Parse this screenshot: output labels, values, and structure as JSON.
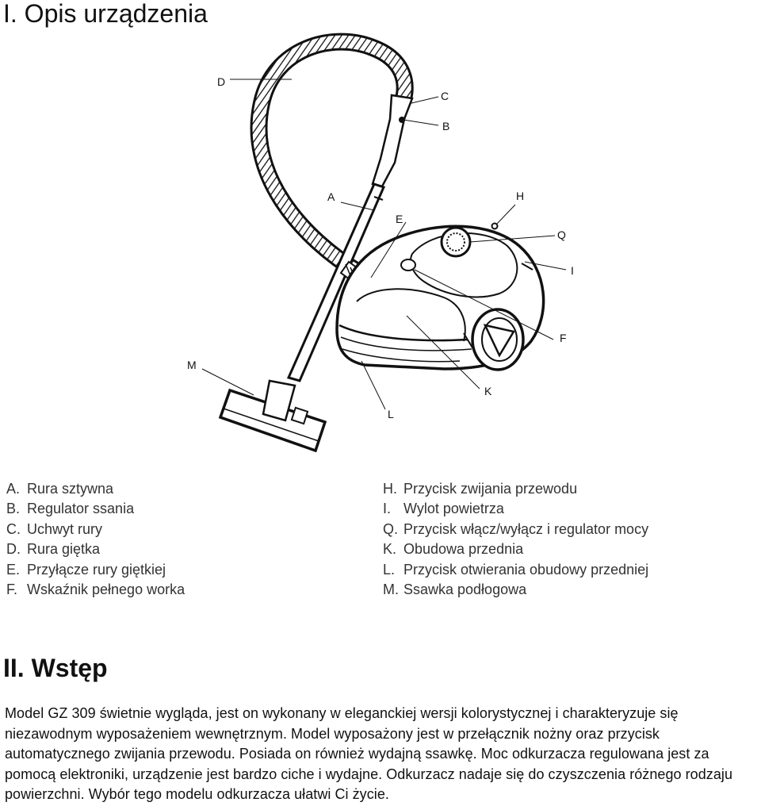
{
  "section1": {
    "title": "I. Opis urządzenia"
  },
  "figure": {
    "callouts": [
      "D",
      "C",
      "B",
      "A",
      "E",
      "H",
      "Q",
      "I",
      "F",
      "M",
      "K",
      "L"
    ]
  },
  "legend_left": [
    {
      "key": "A.",
      "text": "Rura sztywna"
    },
    {
      "key": "B.",
      "text": "Regulator ssania"
    },
    {
      "key": "C.",
      "text": "Uchwyt rury"
    },
    {
      "key": "D.",
      "text": "Rura giętka"
    },
    {
      "key": "E.",
      "text": "Przyłącze rury giętkiej"
    },
    {
      "key": "F.",
      "text": "Wskaźnik pełnego worka"
    }
  ],
  "legend_right": [
    {
      "key": "H.",
      "text": "Przycisk zwijania przewodu"
    },
    {
      "key": "I.",
      "text": "Wylot powietrza"
    },
    {
      "key": "Q.",
      "text": "Przycisk włącz/wyłącz i regulator mocy"
    },
    {
      "key": "K.",
      "text": "Obudowa przednia"
    },
    {
      "key": "L.",
      "text": "Przycisk otwierania obudowy przedniej"
    },
    {
      "key": "M.",
      "text": "Ssawka podłogowa"
    }
  ],
  "section2": {
    "title": "II. Wstęp",
    "paragraph": "Model GZ 309 świetnie wygląda, jest on wykonany w eleganckiej wersji kolorystycznej i charakteryzuje się niezawodnym wyposażeniem wewnętrznym. Model wyposażony jest w przełącznik nożny oraz przycisk automatycznego zwijania przewodu. Posiada on również wydajną ssawkę. Moc odkurzacza regulowana jest za pomocą elektroniki, urządzenie jest bardzo ciche i wydajne. Odkurzacz nadaje się do czyszczenia różnego rodzaju powierzchni. Wybór tego modelu odkurzacza ułatwi Ci życie."
  }
}
